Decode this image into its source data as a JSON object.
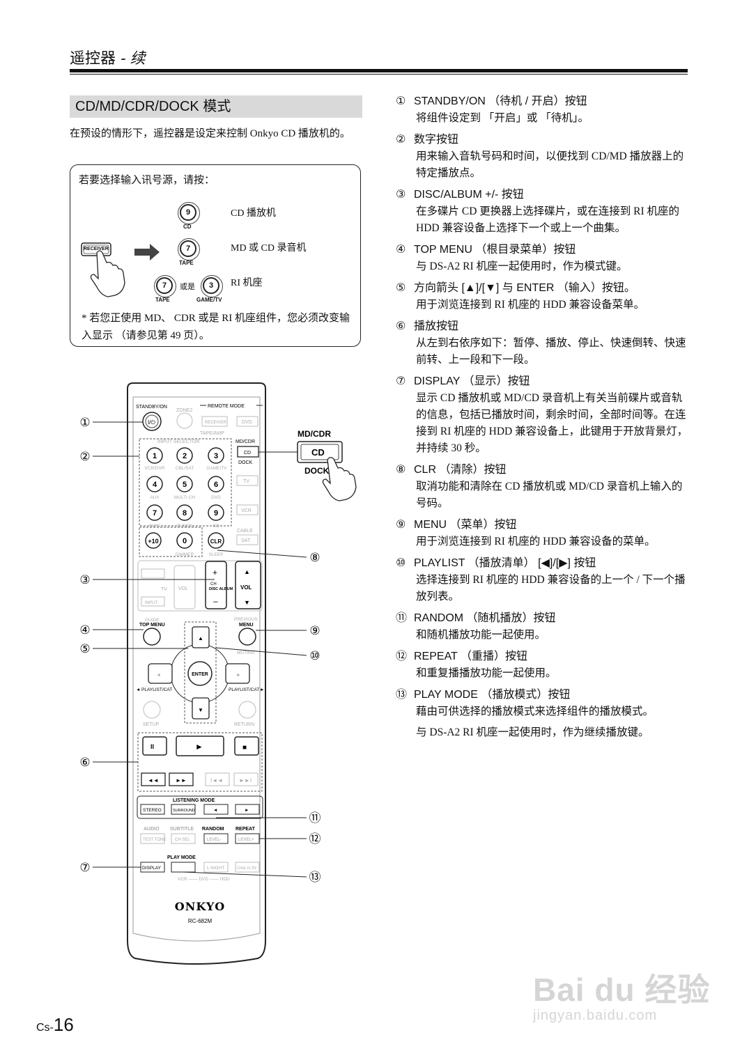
{
  "header": {
    "title": "遥控器",
    "continued": "- 续"
  },
  "section": {
    "title": "CD/MD/CDR/DOCK 模式",
    "intro": "在预设的情形下，遥控器是设定来控制 Onkyo CD 播放机的。"
  },
  "note_box": {
    "title": "若要选择输入讯号源，请按：",
    "receiver_label": "RECEIVER",
    "sources": [
      {
        "num": "9",
        "cap": "CD",
        "desc": "CD 播放机"
      },
      {
        "num": "7",
        "cap": "TAPE",
        "desc": "MD 或 CD 录音机"
      },
      {
        "num": "7",
        "cap": "TAPE",
        "or": "或是",
        "num2": "3",
        "cap2": "GAME/TV",
        "desc": "RI 机座"
      }
    ],
    "note": "* 若您正使用 MD、 CDR 或是 RI 机座组件，您必须改变输入显示 （请参见第 49 页）。"
  },
  "items": [
    {
      "num": "①",
      "title": "STANDBY/ON （待机 / 开启）按钮",
      "body": "将组件设定到 「开启」或 「待机」。"
    },
    {
      "num": "②",
      "title": "数字按钮",
      "body": "用来输入音轨号码和时间，以便找到 CD/MD 播放器上的特定播放点。"
    },
    {
      "num": "③",
      "title": "DISC/ALBUM +/- 按钮",
      "body": "在多碟片 CD 更换器上选择碟片，或在连接到 RI 机座的 HDD 兼容设备上选择下一个或上一个曲集。"
    },
    {
      "num": "④",
      "title": "TOP MENU （根目录菜单）按钮",
      "body": "与 DS-A2 RI 机座一起使用时，作为模式键。"
    },
    {
      "num": "⑤",
      "title": "方向箭头 [▲]/[▼] 与 ENTER （输入）按钮。",
      "body": "用于浏览连接到 RI 机座的 HDD 兼容设备菜单。"
    },
    {
      "num": "⑥",
      "title": "播放按钮",
      "body": "从左到右依序如下：暂停、播放、停止、快速倒转、快速前转、上一段和下一段。"
    },
    {
      "num": "⑦",
      "title": "DISPLAY （显示）按钮",
      "body": "显示 CD 播放机或 MD/CD 录音机上有关当前碟片或音轨的信息，包括已播放时间，剩余时间，全部时间等。在连接到 RI 机座的 HDD 兼容设备上，此键用于开放背景灯，并持续 30 秒。"
    },
    {
      "num": "⑧",
      "title": "CLR （清除）按钮",
      "body": "取消功能和清除在 CD 播放机或 MD/CD 录音机上输入的号码。"
    },
    {
      "num": "⑨",
      "title": "MENU （菜单）按钮",
      "body": "用于浏览连接到 RI 机座的 HDD 兼容设备的菜单。"
    },
    {
      "num": "⑩",
      "title": "PLAYLIST （播放清单） [◀]/[▶] 按钮",
      "body": "选择连接到 RI 机座的 HDD 兼容设备的上一个 / 下一个播放列表。"
    },
    {
      "num": "⑪",
      "title": "RANDOM （随机播放）按钮",
      "body": "和随机播放功能一起使用。"
    },
    {
      "num": "⑫",
      "title": "REPEAT （重播）按钮",
      "body": "和重复播播放功能一起使用。"
    },
    {
      "num": "⑬",
      "title": "PLAY MODE （播放模式）按钮",
      "body": "藉由可供选择的播放模式来选择组件的播放模式。",
      "body2": "与 DS-A2 RI 机座一起使用时，作为继续播放键。"
    }
  ],
  "remote": {
    "brand": "ONKYO",
    "model": "RC-682M",
    "labels": {
      "standby": "STANDBY/ON",
      "zone2": "ZONE2",
      "remote_mode": "REMOTE MODE",
      "receiver": "RECEIVER",
      "dvd": "DVD",
      "tape_amp": "TAPE/AMP",
      "md_cdr": "MD/CDR",
      "cd": "CD",
      "dock": "DOCK",
      "tv": "TV",
      "vcr": "VCR",
      "cable": "CABLE",
      "sat": "SAT",
      "input_selector": "INPUT SELECTOR",
      "caps_row1": [
        "VCR/DVR",
        "CBL/SAT",
        "GAME/TV"
      ],
      "caps_row2": [
        "AUX",
        "MULTI CH",
        "DVD"
      ],
      "caps_row3": [
        "TAPE",
        "TUNER",
        "CD"
      ],
      "plus10": "+10",
      "zero": "0",
      "clr": "CLR",
      "dimmer": "DIMMER",
      "sleep": "SLEEP",
      "ch": "CH",
      "disc_album": "DISC ALBUM",
      "vol": "VOL",
      "input": "INPUT",
      "guide": "GUIDE",
      "top_menu": "TOP MENU",
      "previous": "PREVIOUS",
      "menu": "MENU",
      "muting": "MUTING",
      "enter": "ENTER",
      "playlist_cat": "PLAYLIST/CAT",
      "setup": "SETUP",
      "return": "RETURN",
      "listening_mode": "LISTENING MODE",
      "stereo": "STEREO",
      "surround": "SURROUND",
      "audio": "AUDIO",
      "subtitle": "SUBTITLE",
      "random": "RANDOM",
      "repeat": "REPEAT",
      "test_tone": "TEST TONE",
      "ch_sel": "CH SEL",
      "level_minus": "LEVEL-",
      "level_plus": "LEVEL+",
      "play_mode": "PLAY MODE",
      "display": "DISPLAY",
      "l_night": "L NIGHT",
      "cine_fltr": "CINE FLTR",
      "vcr_dvd_hdd": "VCR —— DVD —— HDD"
    },
    "callout_numbers": [
      "①",
      "②",
      "③",
      "④",
      "⑤",
      "⑥",
      "⑦",
      "⑧",
      "⑨",
      "⑩",
      "⑪",
      "⑫",
      "⑬"
    ],
    "zoom": {
      "title": "MD/CDR",
      "button": "CD",
      "caption": "DOCK"
    }
  },
  "page_number": {
    "prefix": "Cs-",
    "number": "16"
  },
  "watermark": {
    "logo": "Bai du 经验",
    "url": "jingyan.baidu.com"
  }
}
